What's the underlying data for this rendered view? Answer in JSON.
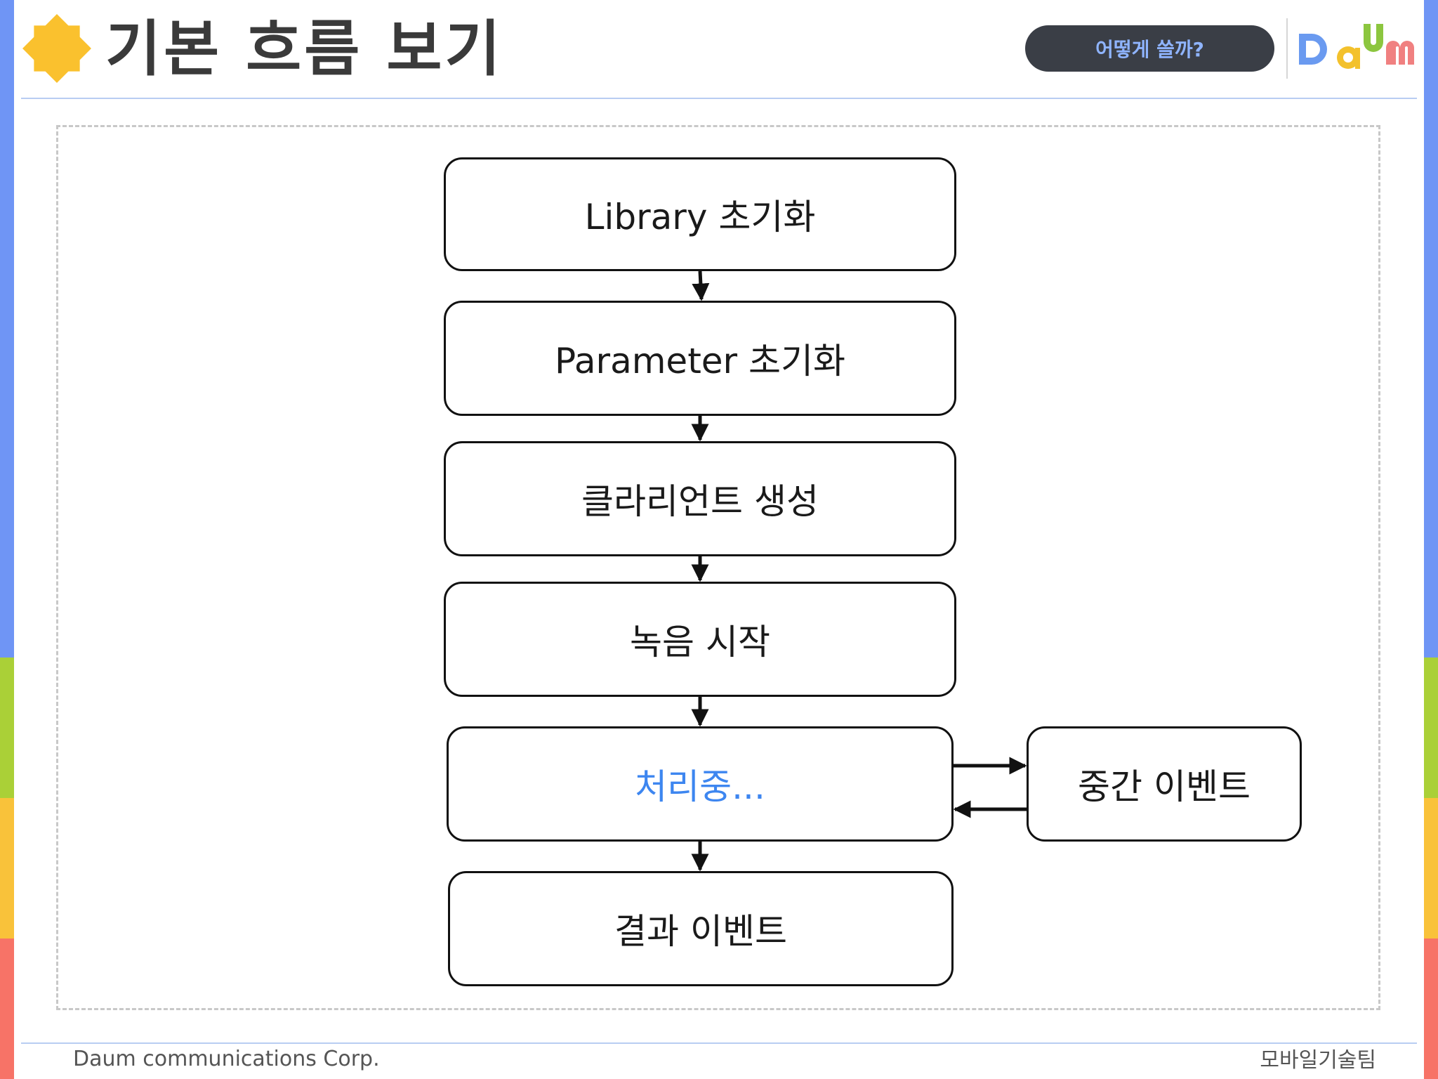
{
  "header": {
    "title": "기본 흐름 보기",
    "how_button_label": "어떻게 쓸까?",
    "brand_logo_text": "Daum"
  },
  "diagram": {
    "nodes": {
      "library_init": "Library 초기화",
      "parameter_init": "Parameter 초기화",
      "client_create": "클라리언트 생성",
      "record_start": "녹음 시작",
      "processing": "처리중...",
      "result_event": "결과 이벤트",
      "intermediate_event": "중간 이벤트"
    }
  },
  "footer": {
    "company": "Daum communications Corp.",
    "team": "모바일기술팀"
  },
  "colors": {
    "stripe_blue": "#6f95f5",
    "stripe_green": "#aad037",
    "stripe_yellow": "#f9c23a",
    "stripe_red": "#f77367",
    "rule": "#b8cdf2",
    "title_text": "#3a3a3a",
    "title_icon": "#fac12e",
    "button_bg": "#3a3e46",
    "button_text": "#8fb4ff",
    "processing_text": "#3d86f0",
    "box_border": "#111111",
    "footer_text": "#555555",
    "logo_blue": "#6a9af0",
    "logo_yellow": "#f3c12c",
    "logo_green": "#8cc63f",
    "logo_pink": "#f08080"
  }
}
